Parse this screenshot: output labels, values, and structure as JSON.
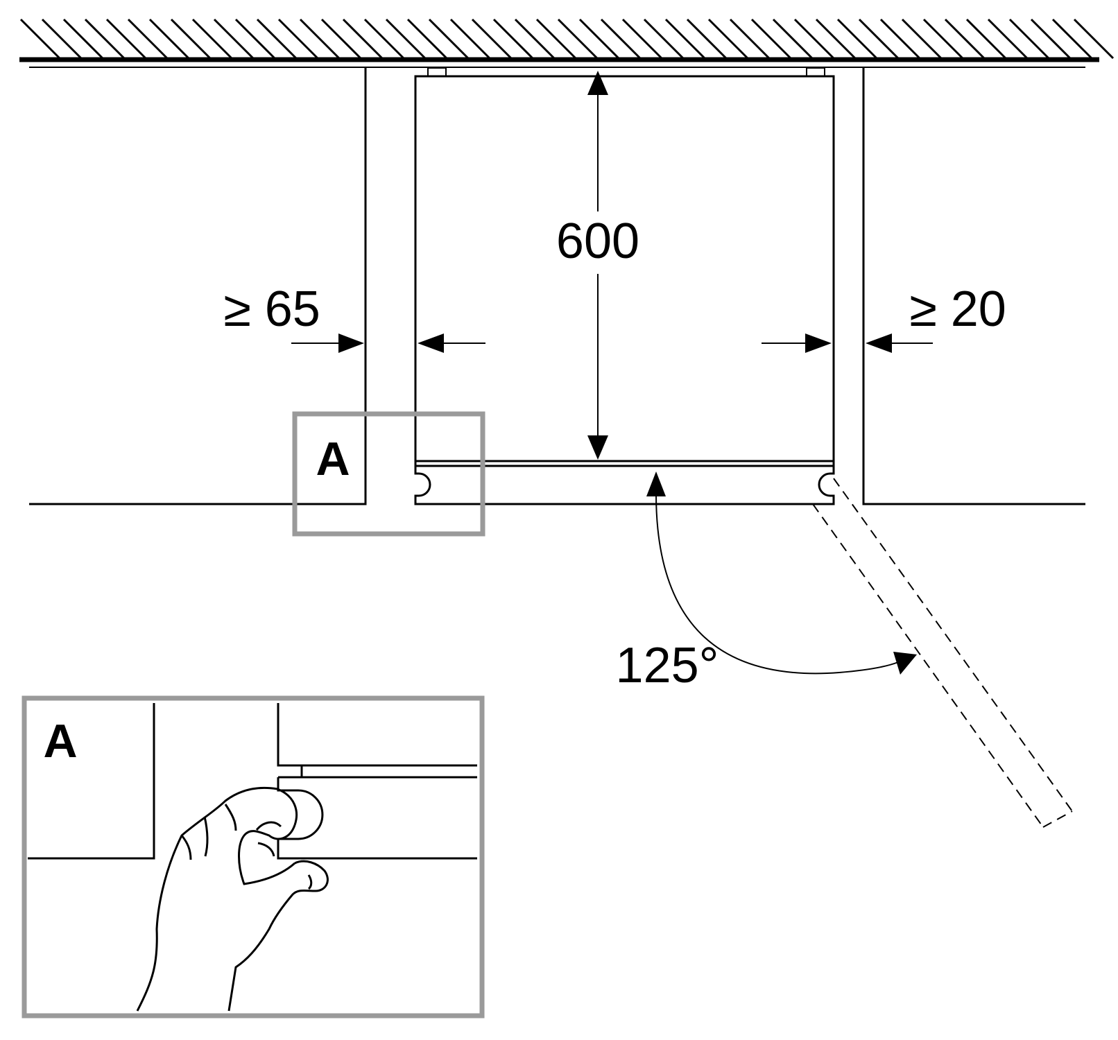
{
  "labels": {
    "depth": "600",
    "clearance_left": "≥ 65",
    "clearance_right": "≥ 20",
    "opening_angle": "125°",
    "detail_marker": "A",
    "detail_title": "A"
  },
  "colors": {
    "line": "#000000",
    "detail_frame": "#9a9a9a",
    "background": "#ffffff"
  }
}
